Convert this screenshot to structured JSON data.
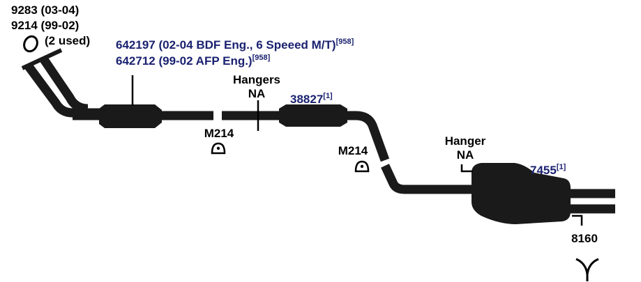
{
  "front_gasket": {
    "line1": "9283 (03-04)",
    "line2": "9214 (99-02)",
    "line3": "(2 used)"
  },
  "converter": {
    "line1": "642197 (02-04 BDF Eng., 6 Speeed M/T)",
    "line1_ref": "[958]",
    "line2": "642712 (99-02 AFP Eng.)",
    "line2_ref": "[958]"
  },
  "hangers_front": {
    "line1": "Hangers",
    "line2": "NA"
  },
  "resonator": {
    "part": "38827",
    "ref": "[1]"
  },
  "clamp_1": {
    "part": "M214"
  },
  "clamp_2": {
    "part": "M214"
  },
  "hanger_rear": {
    "line1": "Hanger",
    "line2": "NA"
  },
  "muffler": {
    "part": "7455",
    "ref": "[1]"
  },
  "rear_hanger": {
    "part": "8160"
  },
  "colors": {
    "pipe": "#1a1a1a",
    "blue_label": "#1a2270",
    "black_label": "#000000"
  }
}
